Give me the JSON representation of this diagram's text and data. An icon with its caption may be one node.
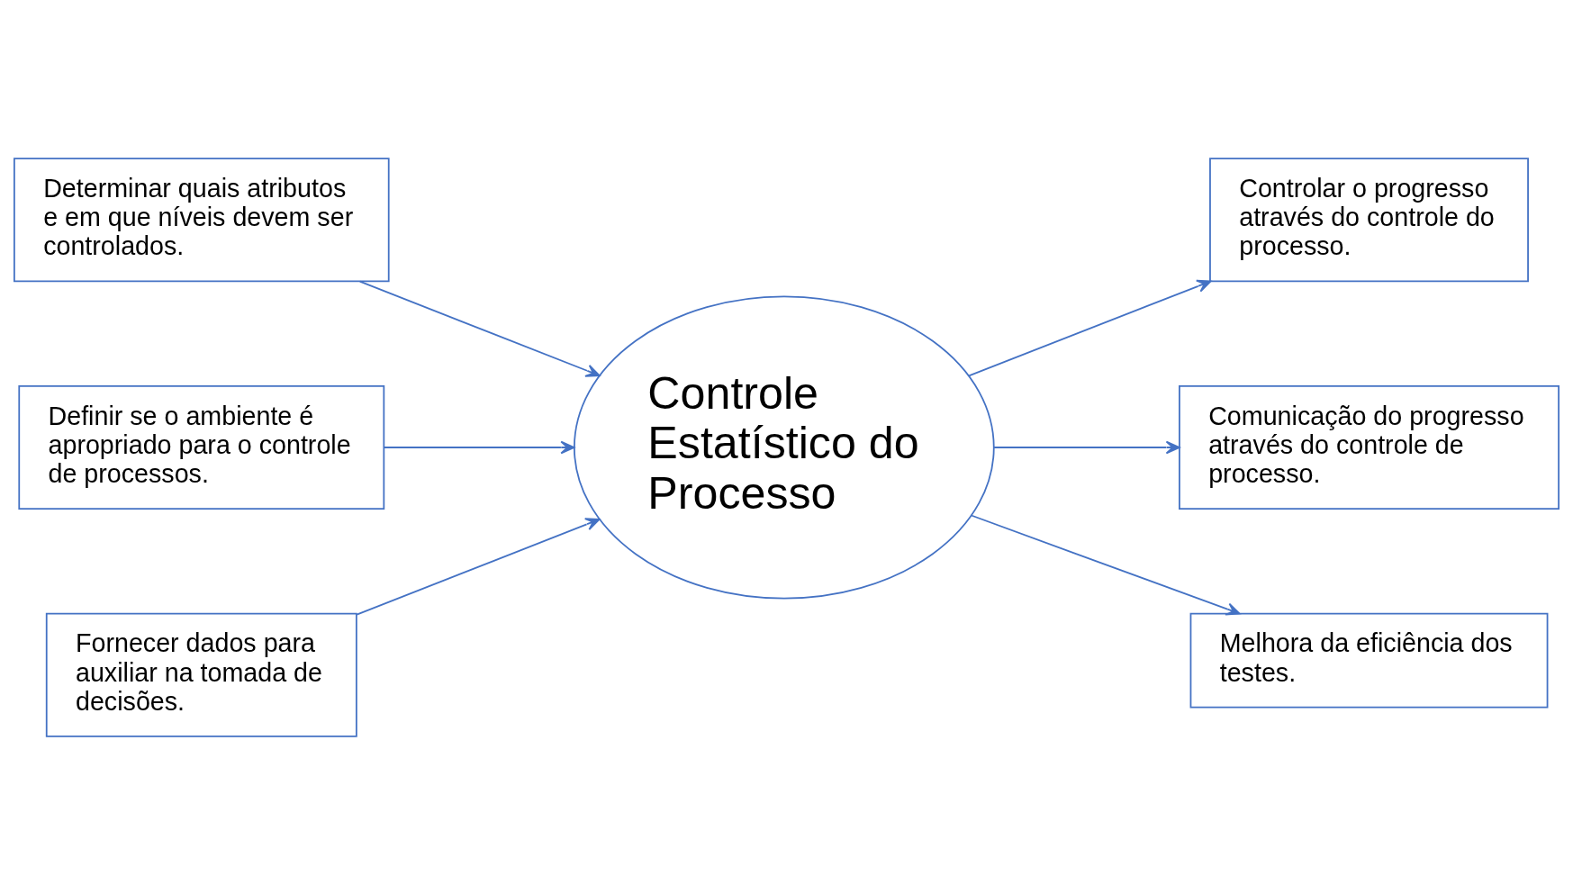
{
  "diagram": {
    "nodes": [
      {
        "text": [
          "Determinar quais atributos e em que níveis devem ser controlados."
        ]
      },
      {
        "text": [
          "Definir se o ambiente é apropriado para o controle de processos."
        ]
      },
      {
        "text": [
          "Fornecer dados para auxiliar na tomada de decisões."
        ]
      },
      {
        "text": [
          "Controle Estatístico do Processo"
        ]
      },
      {
        "text": [
          "Controlar o progresso através do controle do processo."
        ]
      },
      {
        "text": [
          "Comunicação do progresso através do controle de processo."
        ]
      },
      {
        "text": [
          "Melhora da eficiência dos testes."
        ]
      }
    ],
    "edges": [
      {
        "from": 0,
        "to": 3,
        "arrow": "to"
      },
      {
        "from": 1,
        "to": 3,
        "arrow": "to"
      },
      {
        "from": 2,
        "to": 3,
        "arrow": "to"
      },
      {
        "from": 3,
        "to": 4,
        "arrow": "to"
      },
      {
        "from": 3,
        "to": 5,
        "arrow": "to"
      },
      {
        "from": 3,
        "to": 6,
        "arrow": "to"
      }
    ]
  }
}
